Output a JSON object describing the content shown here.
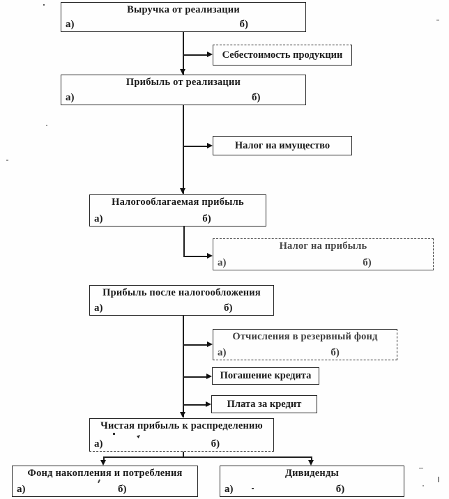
{
  "diagram": {
    "title": "Profit formation and distribution flowchart",
    "colors": {
      "ink": "#1f1f1f",
      "background": "#fefefe"
    },
    "boxes": {
      "revenue": {
        "title": "Выручка от реализации",
        "label_a": "а)",
        "label_b": "б)"
      },
      "cost": {
        "title": "Себестоимость продукции"
      },
      "profit_sales": {
        "title": "Прибыль от реализации",
        "label_a": "а)",
        "label_b": "б)"
      },
      "property_tax": {
        "title": "Налог на имущество"
      },
      "taxable": {
        "title": "Налогооблагаемая прибыль",
        "label_a": "а)",
        "label_b": "б)"
      },
      "profit_tax": {
        "title": "Налог на прибыль",
        "label_a": "а)",
        "label_b": "б)"
      },
      "after_tax": {
        "title": "Прибыль после налогообложения",
        "label_a": "а)",
        "label_b": "б)"
      },
      "reserve": {
        "title": "Отчисления в резервный фонд",
        "label_a": "а)",
        "label_b": "б)"
      },
      "loan_rep": {
        "title": "Погашение кредита"
      },
      "loan_int": {
        "title": "Плата за кредит"
      },
      "net_profit": {
        "title": "Чистая прибыль к распределению",
        "label_a": "а)",
        "label_b": "б)"
      },
      "fund": {
        "title": "Фонд накопления и потребления",
        "label_a": "а)",
        "label_b": "б)"
      },
      "dividends": {
        "title": "Дивиденды",
        "label_a": "а)",
        "label_b": "б)"
      }
    }
  }
}
